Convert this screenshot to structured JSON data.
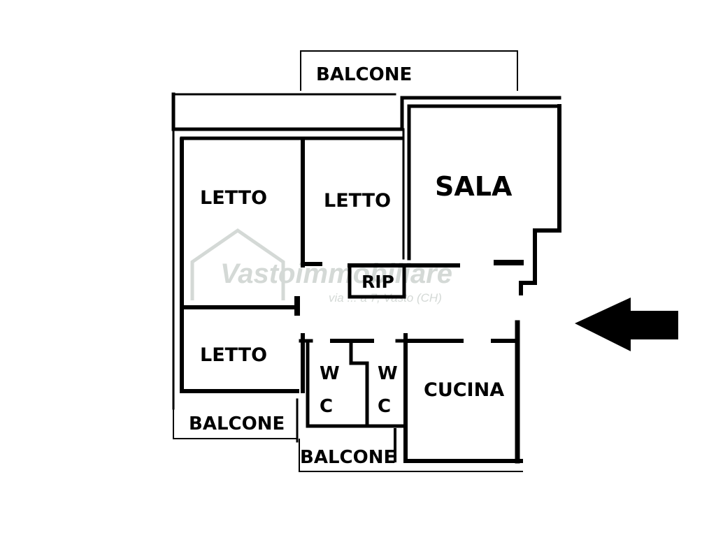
{
  "rooms": {
    "balcone_top": "BALCONE",
    "letto_left": "LETTO",
    "letto_mid": "LETTO",
    "sala": "SALA",
    "rip": "RIP",
    "letto_bottom": "LETTO",
    "wc1_w": "W",
    "wc1_c": "C",
    "wc2_w": "W",
    "wc2_c": "C",
    "cucina": "CUCINA",
    "balcone_left": "BALCONE",
    "balcone_bottom": "BALCONE"
  },
  "watermark": {
    "name": "Vastoimmobiliare",
    "address": "via ... a 7, Vasto (CH)"
  },
  "colors": {
    "wall": "#000000",
    "watermark": "#d4d9d6",
    "background": "#ffffff"
  },
  "icons": {
    "entrance": "left-arrow-icon"
  }
}
